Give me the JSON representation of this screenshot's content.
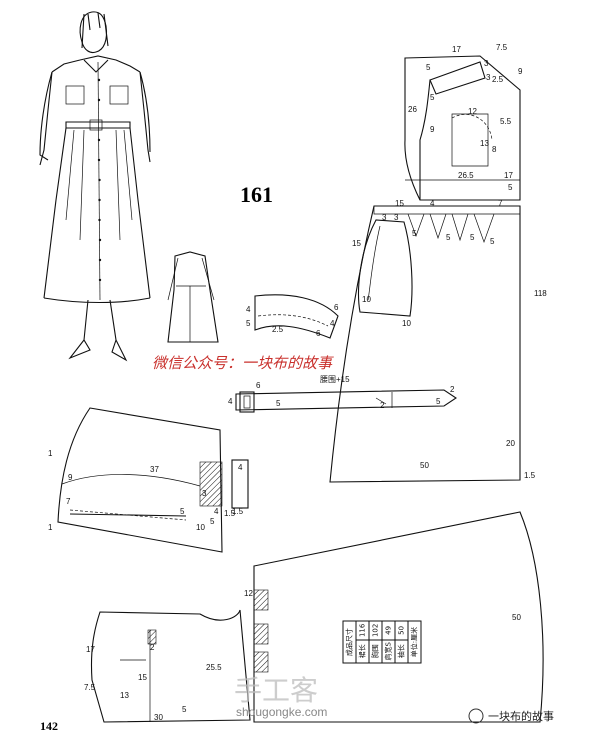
{
  "figure_number": "161",
  "page_number": "142",
  "watermark_red": "微信公众号：一块布的故事",
  "watermark_grey": "手工客",
  "watermark_url": "shougongke.com",
  "watermark_account": "一块布的故事",
  "size_table": {
    "title": "成品尺寸",
    "rows": [
      {
        "label": "裙长",
        "value": "116"
      },
      {
        "label": "胸围",
        "value": "102"
      },
      {
        "label": "肩宽S",
        "value": "49"
      },
      {
        "label": "袖长",
        "value": "50"
      }
    ],
    "unit": "单位:厘米"
  },
  "belt_label": "腰围+15",
  "labels": {
    "bodice": [
      "17",
      "7.5",
      "5",
      "3",
      "3",
      "2.5",
      "9",
      "5",
      "26",
      "12",
      "5.5",
      "13",
      "8",
      "9",
      "26.5",
      "17",
      "5"
    ],
    "yoke": [
      "15",
      "3",
      "3",
      "4",
      "5",
      "5",
      "5",
      "5",
      "7",
      "15",
      "10",
      "10"
    ],
    "skirt": [
      "118",
      "20",
      "50",
      "1.5"
    ],
    "collar": [
      "4",
      "5",
      "2.5",
      "6",
      "4",
      "6"
    ],
    "belt": [
      "6",
      "5",
      "2",
      "5",
      "2",
      "4"
    ],
    "sleeve": [
      "1",
      "37",
      "9",
      "1.5",
      "4",
      "3",
      "7",
      "5",
      "4",
      "1.5",
      "1",
      "10",
      "5"
    ],
    "back_skirt": [
      "12",
      "50"
    ],
    "front": [
      "17",
      "7.5",
      "13",
      "15",
      "2",
      "25.5",
      "30",
      "5"
    ]
  }
}
